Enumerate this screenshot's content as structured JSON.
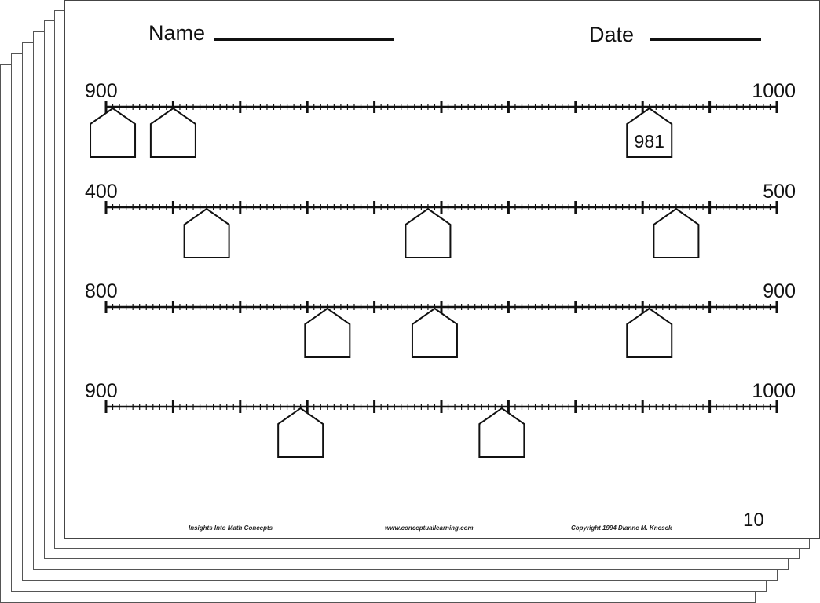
{
  "header": {
    "name_label": "Name",
    "date_label": "Date"
  },
  "number_lines": [
    {
      "start_label": "900",
      "end_label": "1000",
      "start": 900,
      "end": 1000,
      "houses": [
        {
          "value": 901,
          "label": ""
        },
        {
          "value": 910,
          "label": ""
        },
        {
          "value": 981,
          "label": "981"
        }
      ]
    },
    {
      "start_label": "400",
      "end_label": "500",
      "start": 400,
      "end": 500,
      "houses": [
        {
          "value": 415,
          "label": ""
        },
        {
          "value": 448,
          "label": ""
        },
        {
          "value": 485,
          "label": ""
        }
      ]
    },
    {
      "start_label": "800",
      "end_label": "900",
      "start": 800,
      "end": 900,
      "houses": [
        {
          "value": 833,
          "label": ""
        },
        {
          "value": 849,
          "label": ""
        },
        {
          "value": 881,
          "label": ""
        }
      ]
    },
    {
      "start_label": "900",
      "end_label": "1000",
      "start": 900,
      "end": 1000,
      "houses": [
        {
          "value": 929,
          "label": ""
        },
        {
          "value": 959,
          "label": ""
        }
      ]
    }
  ],
  "footer": {
    "left": "Insights Into Math Concepts",
    "center": "www.conceptuallearning.com",
    "right": "Copyright 1994 Dianne M. Knesek",
    "page_number": "10"
  }
}
